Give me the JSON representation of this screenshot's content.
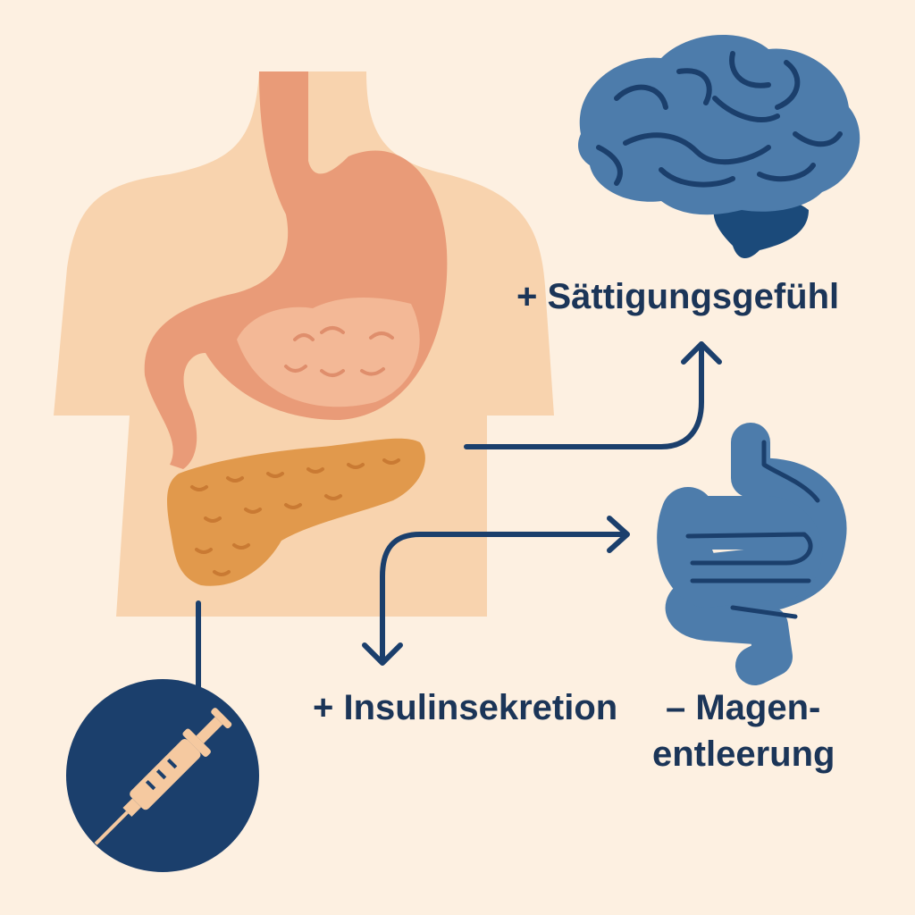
{
  "labels": {
    "satiety": "+ Sättigungsgefühl",
    "insulin": "+ Insulinsekretion",
    "gastric_line1": "– Magen-",
    "gastric_line2": "entleerung"
  },
  "colors": {
    "background": "#fdf0e1",
    "torso": "#f8d3ae",
    "stomach": "#e99b78",
    "pancreas": "#e1994c",
    "organ_blue": "#4d7cab",
    "navy": "#1b3f6c"
  },
  "icons": [
    "torso",
    "stomach-icon",
    "pancreas-icon",
    "brain-icon",
    "intestine-icon",
    "syringe-icon"
  ]
}
